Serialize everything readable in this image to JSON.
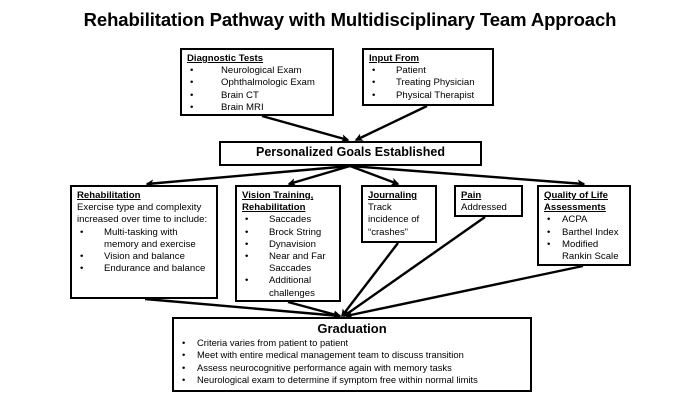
{
  "title": "Rehabilitation Pathway with Multidisciplinary Team Approach",
  "diagnostic": {
    "heading": "Diagnostic Tests",
    "items": [
      "Neurological Exam",
      "Ophthalmologic Exam",
      "Brain CT",
      "Brain MRI"
    ]
  },
  "input": {
    "heading": "Input From",
    "items": [
      "Patient",
      "Treating Physician",
      "Physical Therapist"
    ]
  },
  "goals": {
    "label": "Personalized Goals Established"
  },
  "rehabilitation": {
    "heading": "Rehabilitation",
    "intro": "Exercise type and complexity increased over time to include:",
    "items": [
      "Multi-tasking with memory and exercise",
      "Vision and balance",
      "Endurance and balance"
    ]
  },
  "vision": {
    "heading": "Vision Training, Rehabilitation",
    "items": [
      "Saccades",
      "Brock String",
      "Dynavision",
      "Near and Far Saccades",
      "Additional challenges"
    ]
  },
  "journaling": {
    "heading": "Journaling",
    "text": "Track incidence of “crashes”"
  },
  "pain": {
    "heading": "Pain",
    "text": "Addressed"
  },
  "quality_of_life": {
    "heading": "Quality of Life Assessments",
    "items": [
      "ACPA",
      "Barthel Index",
      "Modified Rankin Scale"
    ]
  },
  "graduation": {
    "heading": "Graduation",
    "items": [
      "Criteria varies from patient to patient",
      "Meet with entire medical management team to discuss transition",
      "Assess neurocognitive performance again with memory tasks",
      "Neurological exam to determine if symptom free within normal limits"
    ]
  }
}
